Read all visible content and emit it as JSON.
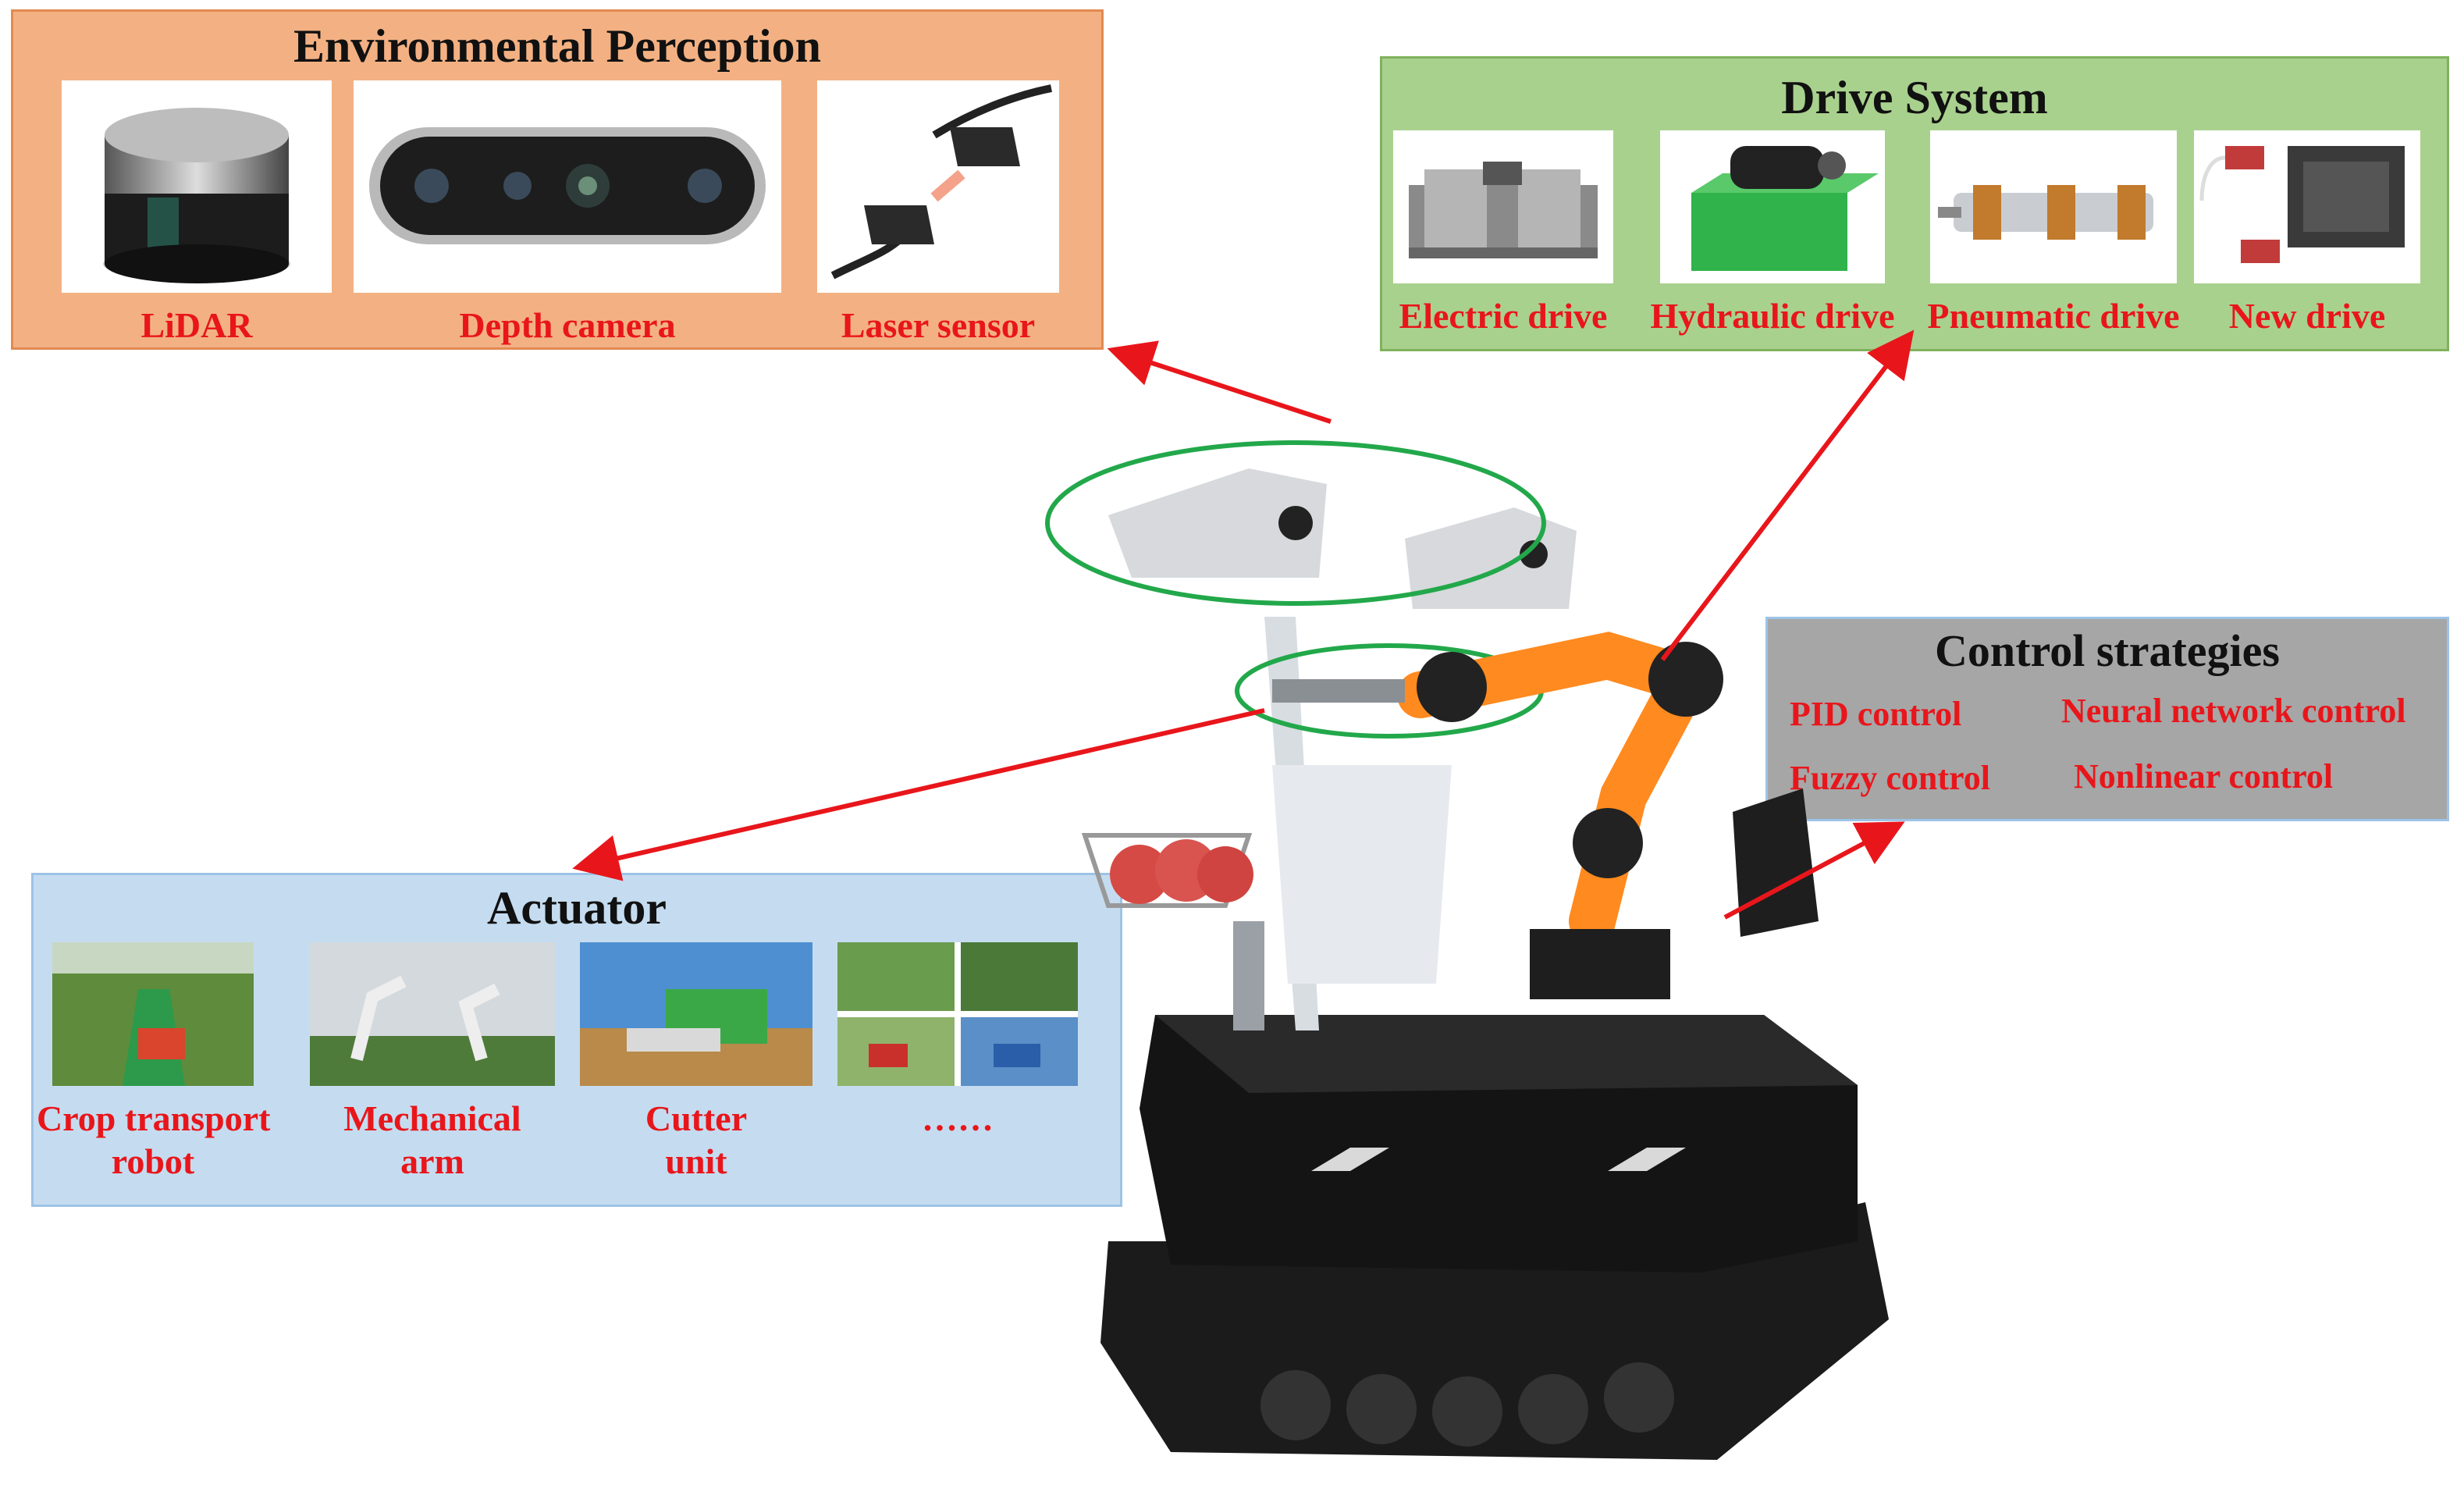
{
  "env": {
    "title": "Environmental Perception",
    "items": [
      {
        "label": "LiDAR",
        "icon": "lidar-icon"
      },
      {
        "label": "Depth camera",
        "icon": "depth-camera-icon"
      },
      {
        "label": "Laser sensor",
        "icon": "laser-sensor-icon"
      }
    ]
  },
  "drive": {
    "title": "Drive System",
    "items": [
      {
        "label": "Electric drive",
        "icon": "electric-drive-icon"
      },
      {
        "label": "Hydraulic drive",
        "icon": "hydraulic-drive-icon"
      },
      {
        "label": "Pneumatic drive",
        "icon": "pneumatic-drive-icon"
      },
      {
        "label": "New drive",
        "icon": "new-drive-icon"
      }
    ]
  },
  "ctrl": {
    "title": "Control strategies",
    "items": [
      "PID control",
      "Neural network control",
      "Fuzzy control",
      "Nonlinear control"
    ]
  },
  "act": {
    "title": "Actuator",
    "items": [
      {
        "line1": "Crop transport",
        "line2": "robot",
        "icon": "crop-transport-robot-icon"
      },
      {
        "line1": "Mechanical",
        "line2": "arm",
        "icon": "mechanical-arm-icon"
      },
      {
        "line1": "Cutter",
        "line2": "unit",
        "icon": "cutter-unit-icon"
      },
      {
        "line1": "……",
        "line2": "",
        "icon": "agricultural-machinery-icon"
      }
    ]
  },
  "colors": {
    "label_red": "#e8161b",
    "env_bg": "#f3b183",
    "drive_bg": "#a9d18e",
    "ctrl_bg": "#a6a6a6",
    "act_bg": "#c5dcf0",
    "arrow": "#e8161b",
    "highlight_ellipse": "#22a84a"
  }
}
